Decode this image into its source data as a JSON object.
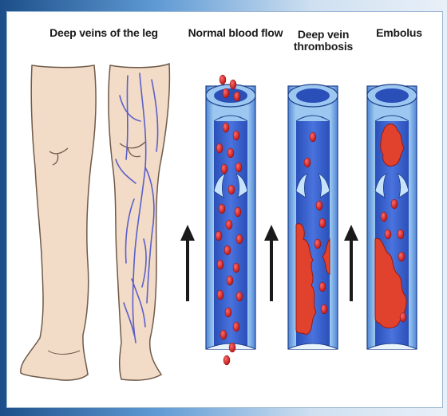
{
  "titles": {
    "legs": "Deep veins of the leg",
    "normal": "Normal blood flow",
    "dvt_line1": "Deep vein",
    "dvt_line2": "thrombosis",
    "embolus": "Embolus"
  },
  "colors": {
    "skin": "#f2dcc8",
    "skin_outline": "#6e5a4a",
    "vein": "#5b5fc7",
    "vessel_wall": "#7fb3e8",
    "vessel_inner": "#3d63d1",
    "blood_cell": "#d81f1f",
    "clot": "#e0422e",
    "arrow": "#1a1a1a"
  },
  "icons": [
    "up-arrow-icon"
  ]
}
